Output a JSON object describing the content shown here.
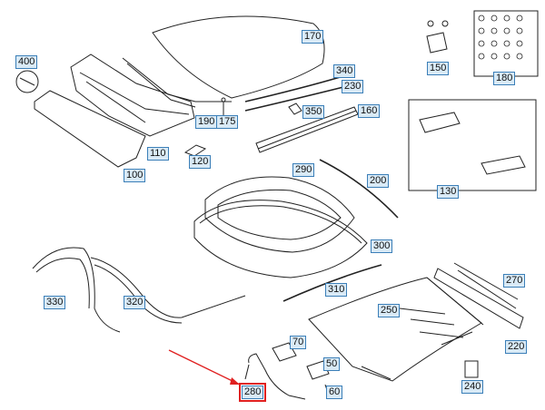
{
  "parts": [
    {
      "id": "p170",
      "label": "170"
    },
    {
      "id": "p340",
      "label": "340"
    },
    {
      "id": "p230",
      "label": "230"
    },
    {
      "id": "p350",
      "label": "350"
    },
    {
      "id": "p160",
      "label": "160"
    },
    {
      "id": "p400",
      "label": "400"
    },
    {
      "id": "p190",
      "label": "190"
    },
    {
      "id": "p175",
      "label": "175"
    },
    {
      "id": "p110",
      "label": "110"
    },
    {
      "id": "p120",
      "label": "120"
    },
    {
      "id": "p100",
      "label": "100"
    },
    {
      "id": "p150",
      "label": "150"
    },
    {
      "id": "p180",
      "label": "180"
    },
    {
      "id": "p130",
      "label": "130"
    },
    {
      "id": "p290",
      "label": "290"
    },
    {
      "id": "p200",
      "label": "200"
    },
    {
      "id": "p300",
      "label": "300"
    },
    {
      "id": "p310",
      "label": "310"
    },
    {
      "id": "p270",
      "label": "270"
    },
    {
      "id": "p250",
      "label": "250"
    },
    {
      "id": "p220",
      "label": "220"
    },
    {
      "id": "p330",
      "label": "330"
    },
    {
      "id": "p320",
      "label": "320"
    },
    {
      "id": "p70",
      "label": "70"
    },
    {
      "id": "p50",
      "label": "50"
    },
    {
      "id": "p60",
      "label": "60"
    },
    {
      "id": "p240",
      "label": "240"
    },
    {
      "id": "p280",
      "label": "280"
    }
  ],
  "highlighted_part": "280",
  "colors": {
    "label_fill": "#d9eaf6",
    "label_border": "#3b7fb8",
    "highlight": "#e02020",
    "line": "#222222"
  }
}
